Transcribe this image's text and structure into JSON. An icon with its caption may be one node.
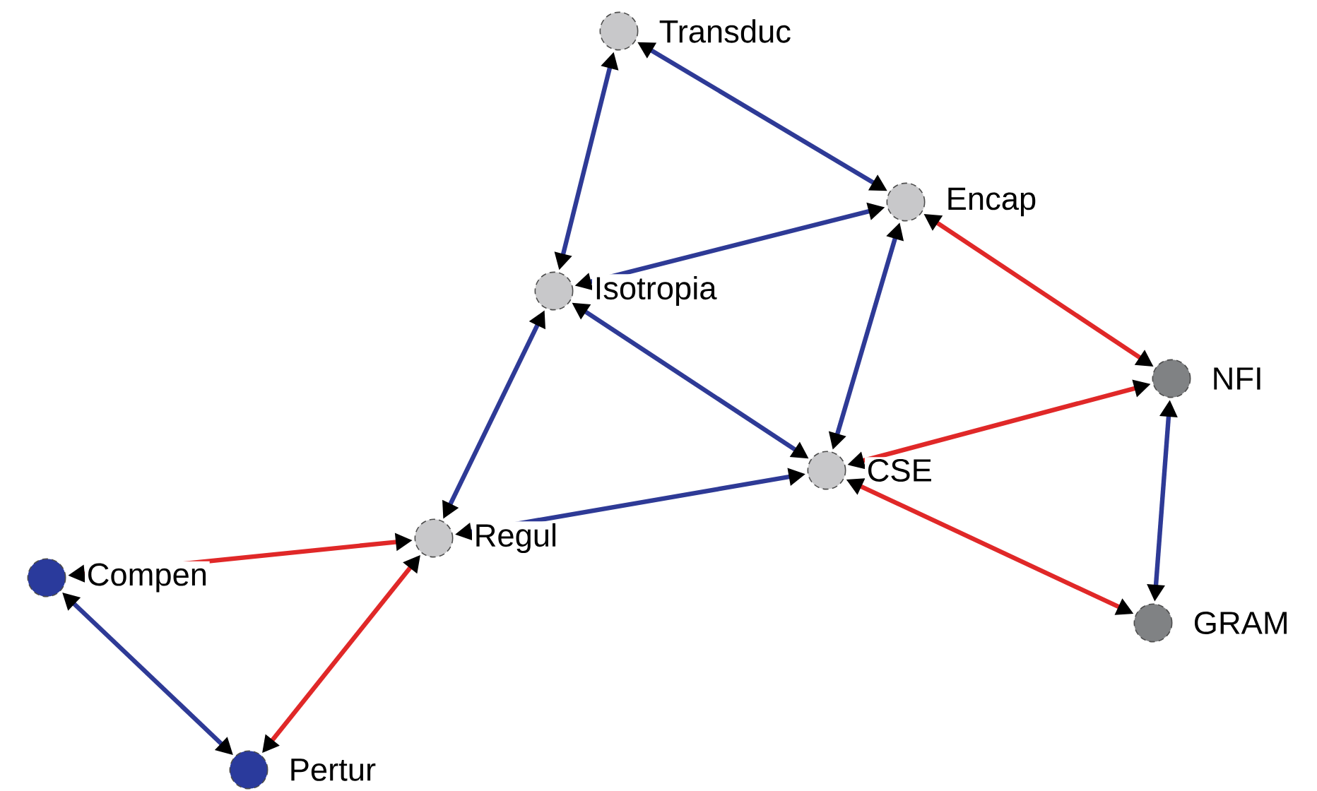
{
  "diagram": {
    "nodes": [
      {
        "text": [
          "Transduc"
        ]
      },
      {
        "text": [
          "Encap"
        ]
      },
      {
        "text": [
          "Isotropia"
        ]
      },
      {
        "text": [
          "NFI"
        ]
      },
      {
        "text": [
          "CSE"
        ]
      },
      {
        "text": [
          "Regul"
        ]
      },
      {
        "text": [
          "Compen"
        ]
      },
      {
        "text": [
          "GRAM"
        ]
      },
      {
        "text": [
          "Pertur"
        ]
      }
    ],
    "edges": [
      {
        "from": 0,
        "to": 2,
        "arrow": "both"
      },
      {
        "from": 0,
        "to": 1,
        "arrow": "both"
      },
      {
        "from": 2,
        "to": 1,
        "arrow": "both"
      },
      {
        "from": 1,
        "to": 3,
        "arrow": "both",
        "color": "#e02828"
      },
      {
        "from": 2,
        "to": 4,
        "arrow": "both"
      },
      {
        "from": 1,
        "to": 4,
        "arrow": "both"
      },
      {
        "from": 2,
        "to": 5,
        "arrow": "both"
      },
      {
        "from": 5,
        "to": 4,
        "arrow": "both"
      },
      {
        "from": 4,
        "to": 3,
        "arrow": "both",
        "color": "#e02828"
      },
      {
        "from": 4,
        "to": 7,
        "arrow": "both",
        "color": "#e02828"
      },
      {
        "from": 3,
        "to": 7,
        "arrow": "both"
      },
      {
        "from": 6,
        "to": 5,
        "arrow": "both",
        "color": "#e02828"
      },
      {
        "from": 8,
        "to": 5,
        "arrow": "both",
        "color": "#e02828"
      },
      {
        "from": 6,
        "to": 8,
        "arrow": "both"
      }
    ]
  }
}
